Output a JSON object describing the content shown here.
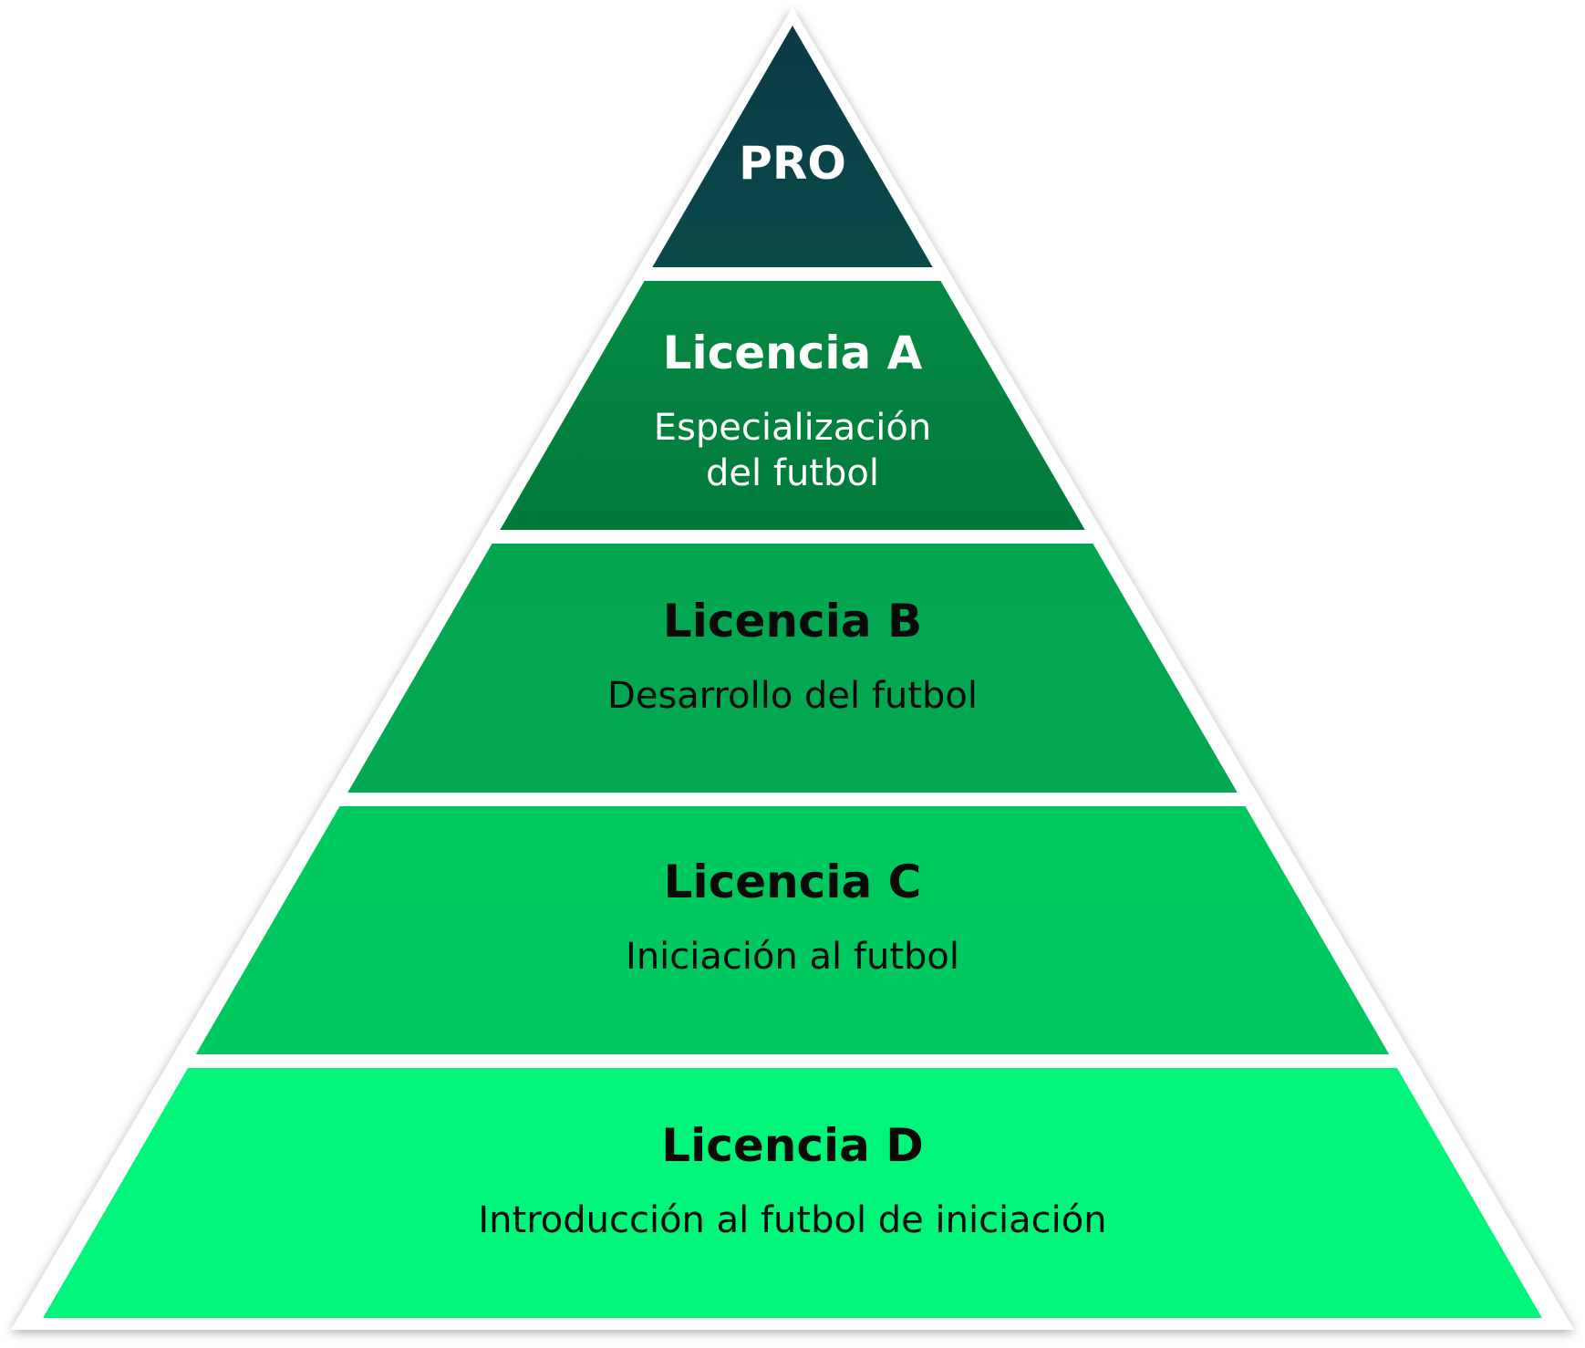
{
  "pyramid": {
    "tiers": [
      {
        "title": "PRO",
        "description": [],
        "fill_top": "#0b3a45",
        "fill_bottom": "#0a4a4a",
        "text_color": "#ffffff"
      },
      {
        "title": "Licencia A",
        "description": [
          "Especialización",
          "del futbol"
        ],
        "fill_top": "#058a43",
        "fill_bottom": "#007a3a",
        "text_color": "#ffffff"
      },
      {
        "title": "Licencia B",
        "description": [
          "Desarrollo del futbol"
        ],
        "fill_top": "#03a650",
        "fill_bottom": "#03a853",
        "text_color": "#0a0a0a"
      },
      {
        "title": "Licencia C",
        "description": [
          "Iniciación al futbol"
        ],
        "fill_top": "#00c95f",
        "fill_bottom": "#00c860",
        "text_color": "#0a0a0a"
      },
      {
        "title": "Licencia D",
        "description": [
          "Introducción al futbol de iniciación"
        ],
        "fill_top": "#00f57a",
        "fill_bottom": "#00f57a",
        "text_color": "#0a0a0a"
      }
    ],
    "outline_color": "#ffffff"
  }
}
